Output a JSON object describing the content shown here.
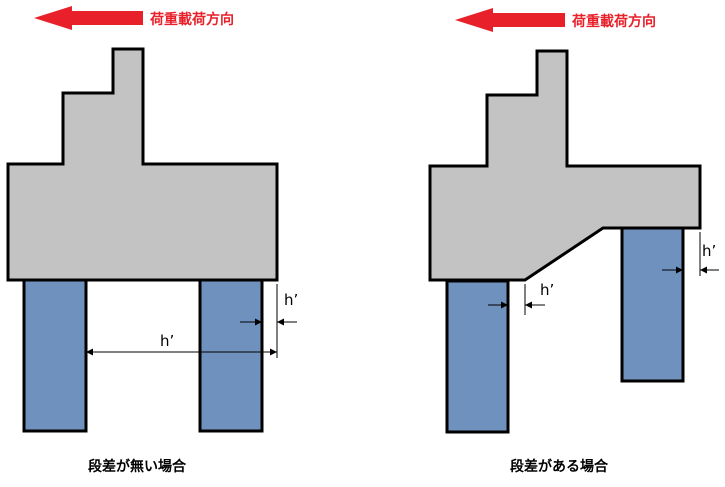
{
  "load_direction_label": "荷重載荷方向",
  "dimension_label": "h’",
  "left_panel": {
    "caption": "段差が無い場合"
  },
  "right_panel": {
    "caption": "段差がある場合"
  },
  "colors": {
    "arrow": "#e8202a",
    "pier_cap": "#c3c3c3",
    "column": "#6e91be",
    "outline": "#000000"
  }
}
